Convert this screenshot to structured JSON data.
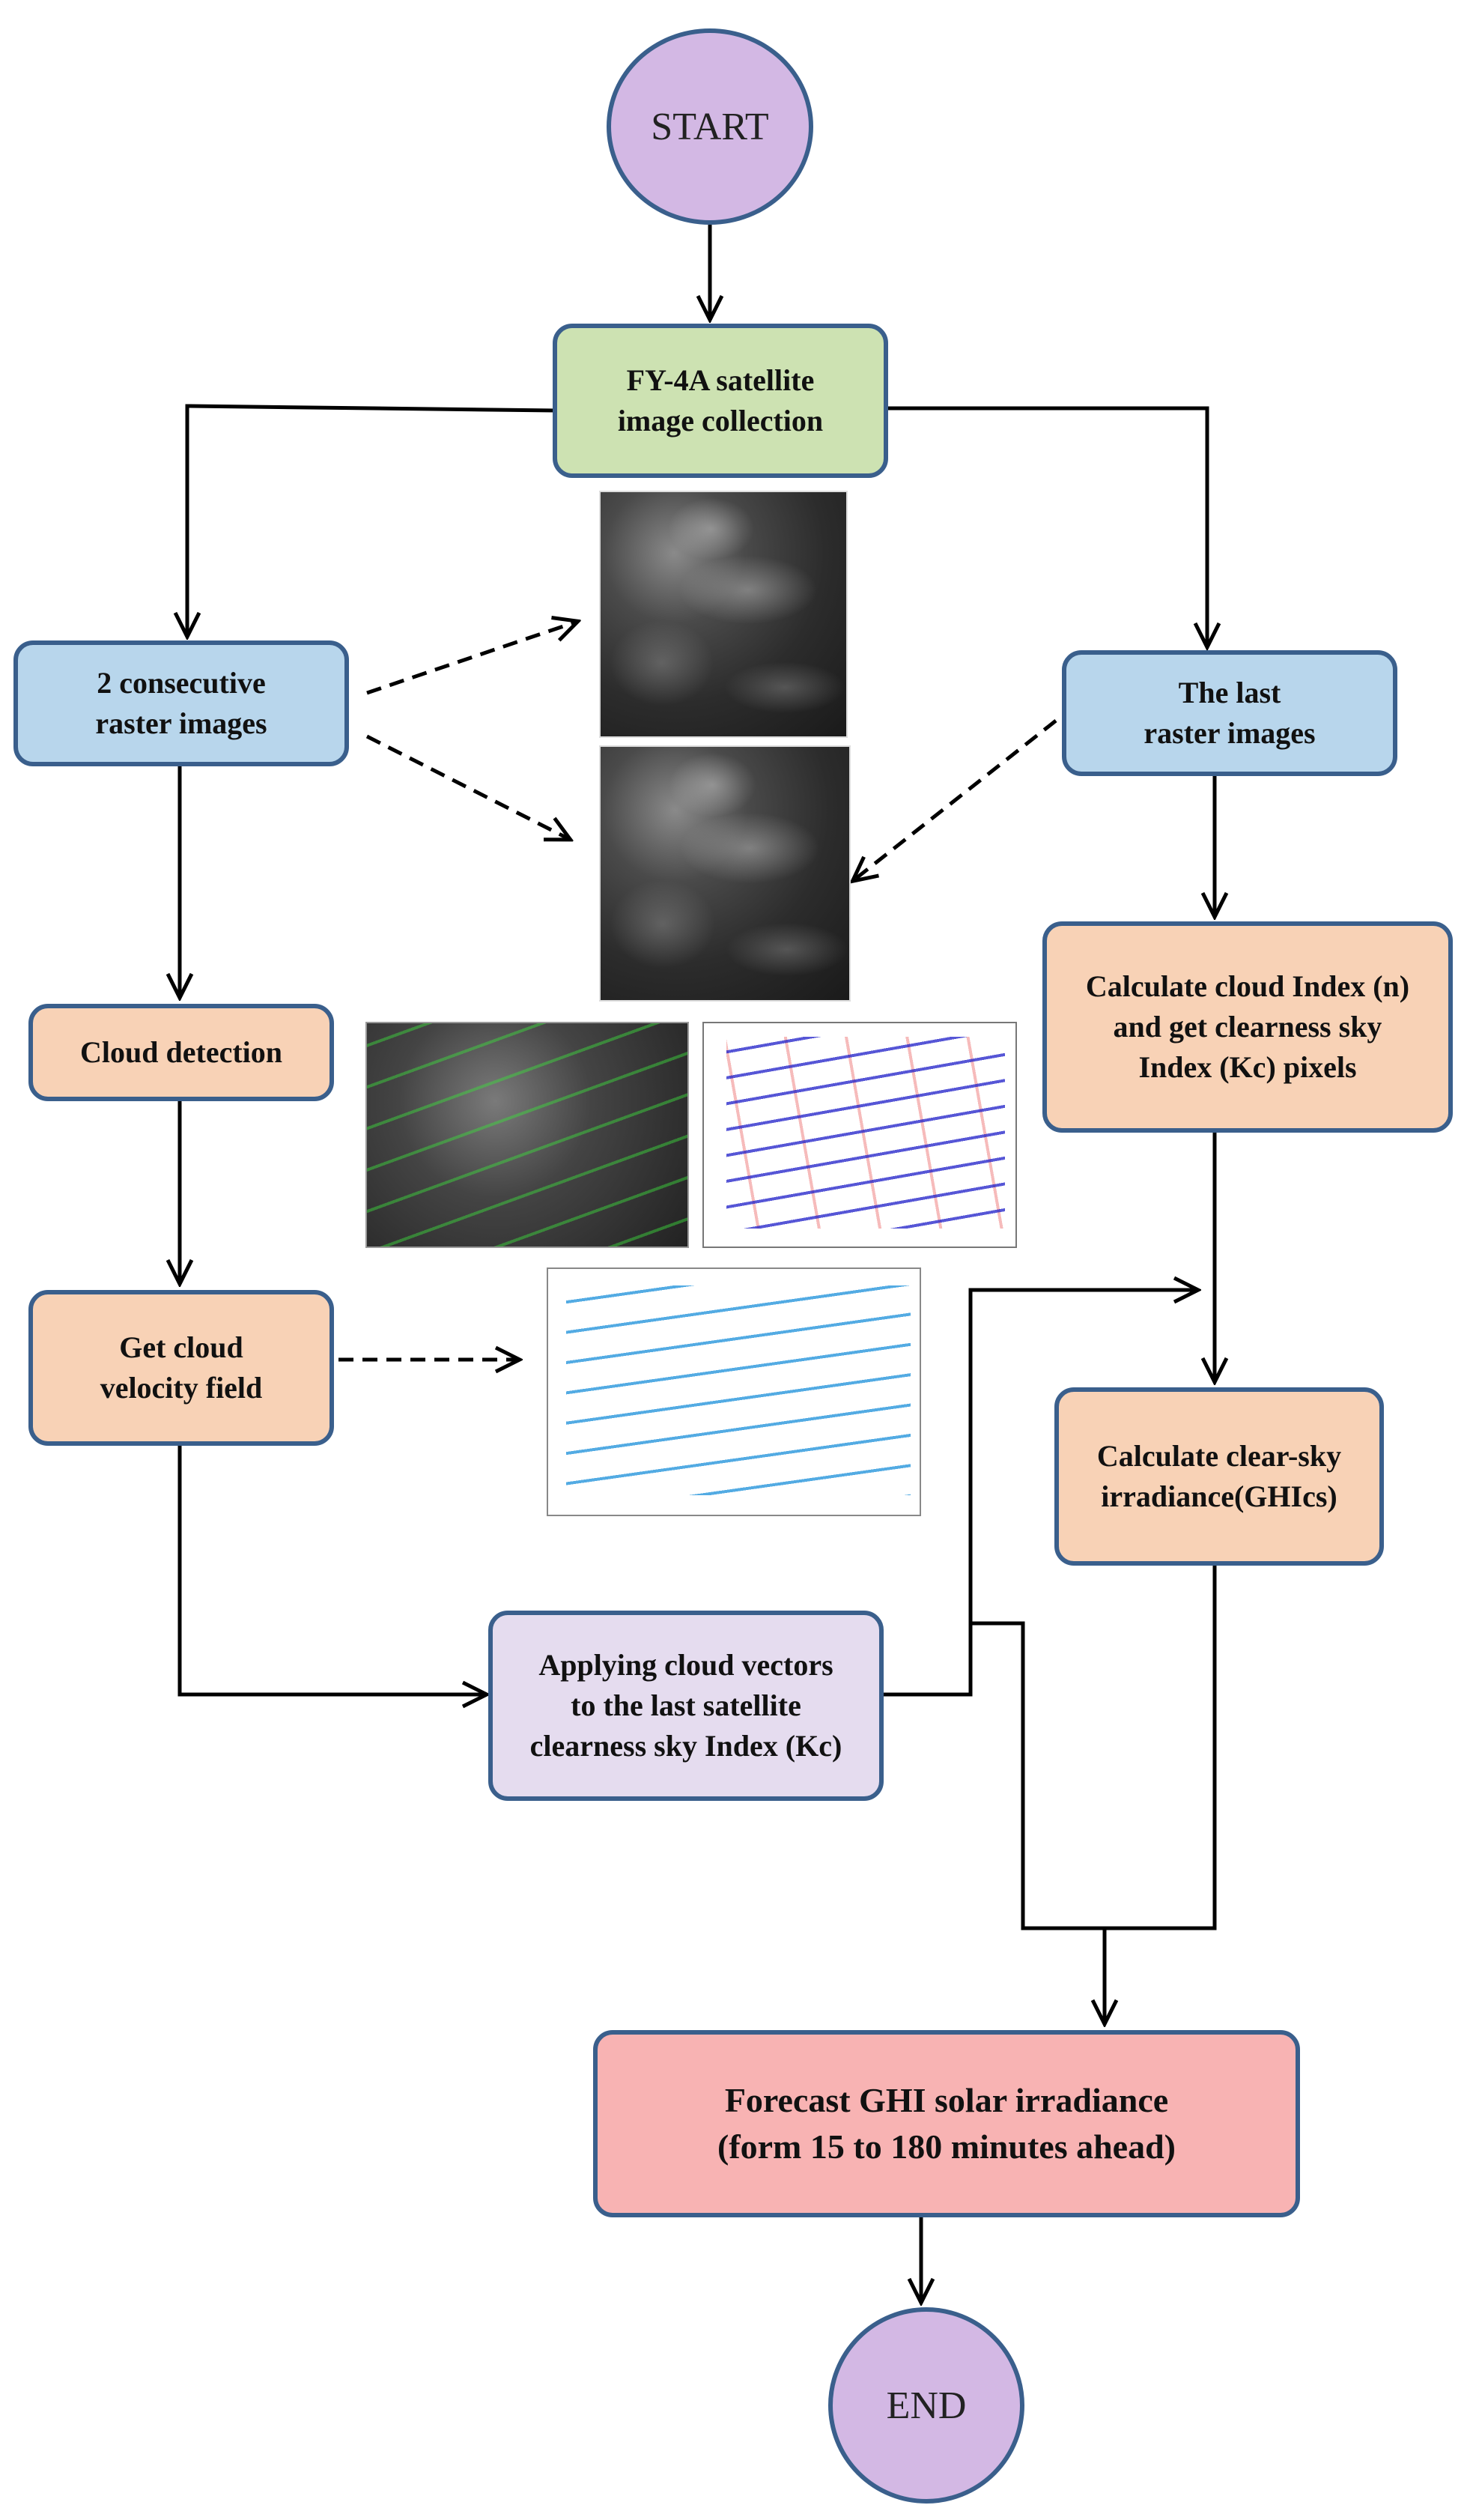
{
  "nodes": {
    "start": "START",
    "fy4a": "FY-4A satellite\nimage collection",
    "two_consecutive": "2 consecutive\nraster images",
    "last_raster": "The last\nraster images",
    "cloud_detection": "Cloud detection",
    "calc_cloud_index": "Calculate cloud Index (n)\nand get clearness sky\nIndex (Kc) pixels",
    "get_velocity": "Get cloud\nvelocity field",
    "calc_clear_sky": "Calculate clear-sky\nirradiance(GHIcs)",
    "apply_vectors": "Applying cloud vectors\nto the last satellite\nclearness sky Index (Kc)",
    "forecast": "Forecast GHI solar irradiance\n(form 15 to 180 minutes ahead)",
    "end": "END"
  },
  "colors": {
    "border": "#3a5f8c",
    "terminal": "#d3b8e4",
    "collection": "#cde2b2",
    "raster": "#b8d6ec",
    "process": "#f8d2b6",
    "apply": "#e5dcef",
    "forecast": "#f8b3b3"
  },
  "images": {
    "satellite_top": "satellite-image",
    "satellite_bottom": "satellite-image",
    "cloud_motion_overlay": "cloud-motion-vectors-on-satellite",
    "vector_field_red_blue": "cloud-motion-vector-plot",
    "vector_field_blue": "cloud-velocity-field-plot"
  }
}
